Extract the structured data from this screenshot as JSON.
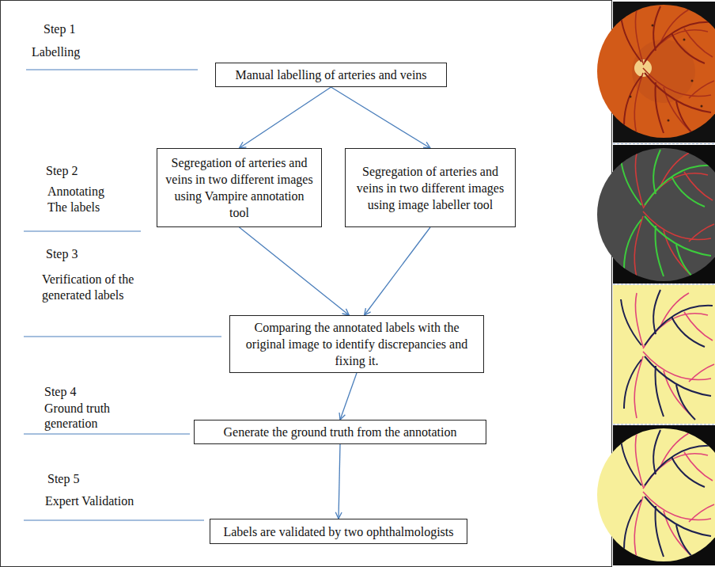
{
  "diagram": {
    "nodes": [
      {
        "text": [
          "Manual labelling of arteries and veins"
        ]
      },
      {
        "text": [
          "Segregation of arteries and veins in two different images using Vampire annotation tool"
        ]
      },
      {
        "text": [
          "Segregation of arteries and veins in two different images using image labeller tool"
        ]
      },
      {
        "text": [
          "Comparing the annotated labels with the original image to identify discrepancies and fixing it."
        ]
      },
      {
        "text": [
          "Generate the ground truth from the annotation"
        ]
      },
      {
        "text": [
          "Labels are validated by two ophthalmologists"
        ]
      }
    ],
    "edges": [
      {
        "from": 0,
        "to": 1,
        "arrow": "to"
      },
      {
        "from": 0,
        "to": 2,
        "arrow": "to"
      },
      {
        "from": 1,
        "to": 3,
        "arrow": "to"
      },
      {
        "from": 2,
        "to": 3,
        "arrow": "to"
      },
      {
        "from": 3,
        "to": 4,
        "arrow": "to"
      },
      {
        "from": 4,
        "to": 5,
        "arrow": "to"
      }
    ],
    "labels": [
      "Step 1",
      "Labelling",
      "Step 2",
      "Annotating The labels",
      "Step 3",
      "Verification of the generated labels",
      "Step 4",
      "Ground truth generation",
      "Step 5",
      "Expert Validation"
    ]
  }
}
